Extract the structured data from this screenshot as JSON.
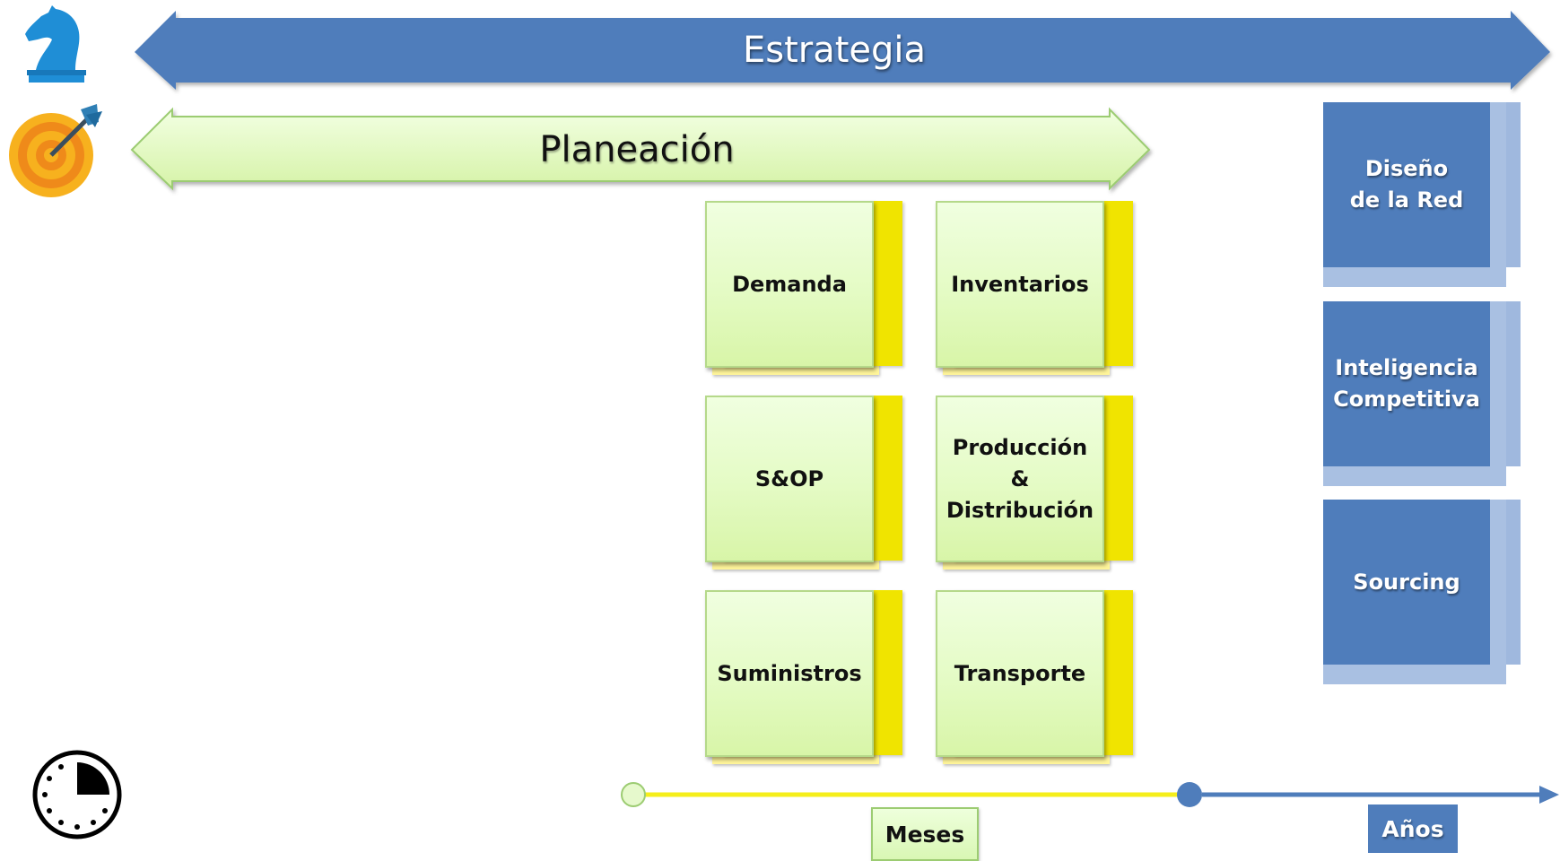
{
  "banners": {
    "strategy": "Estrategia",
    "planning": "Planeación"
  },
  "notes": [
    {
      "label": "Demanda"
    },
    {
      "label": "Inventarios"
    },
    {
      "label": "S&OP"
    },
    {
      "label": "Producción\n&\nDistribución"
    },
    {
      "label": "Suministros"
    },
    {
      "label": "Transporte"
    }
  ],
  "strategy_boxes": [
    {
      "label": "Diseño\nde la Red"
    },
    {
      "label": "Inteligencia\nCompetitiva"
    },
    {
      "label": "Sourcing"
    }
  ],
  "timeline": {
    "months_label": "Meses",
    "years_label": "Años"
  },
  "icons": {
    "strategy": "chess-knight-icon",
    "planning": "target-dart-icon",
    "time": "clock-icon"
  },
  "colors": {
    "strategy_blue": "#4f7dbb",
    "planning_green": "#e4fbc4",
    "note_yellow": "#f0e400",
    "timeline_yellow": "#f5ee1a"
  }
}
